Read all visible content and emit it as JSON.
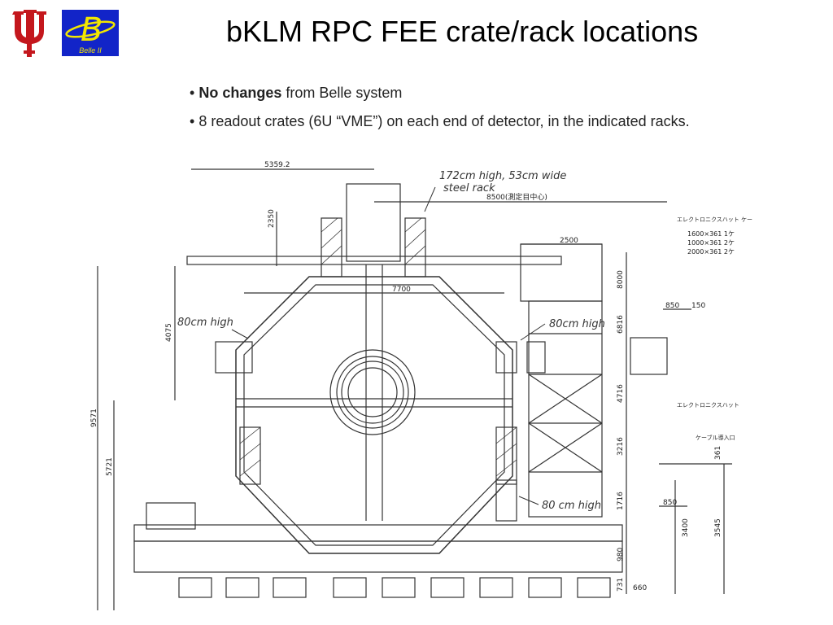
{
  "slide": {
    "title": "bKLM RPC FEE crate/rack locations",
    "bullets": [
      {
        "bold": "No changes",
        "rest": " from Belle system"
      },
      {
        "bold": "",
        "rest": "8 readout crates (6U “VME”) on each end of detector, in the indicated racks."
      }
    ],
    "bullet_char": "•"
  },
  "logos": {
    "left": "iu-trident-logo",
    "right": {
      "icon": "belle-b-logo",
      "text": "Belle II",
      "bg": "#1224c8",
      "fg": "#f2e600"
    },
    "iu_color": "#c4171d"
  },
  "drawing": {
    "annotations": {
      "top_rack": "172cm high, 53cm wide",
      "top_rack_2": "steel rack",
      "left_rack": "80cm high",
      "right_rack_upper": "80cm high",
      "right_rack_lower": "80 cm high"
    },
    "dimensions": {
      "top_width": "5359.2",
      "top_height": "2350",
      "overall_width": "8500(測定目中心)",
      "inner_width": "7700",
      "left_height": "4075",
      "total_height": "9571",
      "lower_height": "5721",
      "right_platform": "2500",
      "r1": "8000",
      "r2": "6816",
      "r3": "4716",
      "r4": "3216",
      "r5": "1716",
      "r6": "980",
      "r7": "731",
      "w850a": "850",
      "w150": "150",
      "w850b": "850",
      "w660": "660",
      "h361": "361",
      "h3400": "3400",
      "h3545": "3545"
    },
    "table": {
      "header": "エレクトロニクスハット ケー",
      "rows": [
        "1600×361   1ケ",
        "1000×361   2ケ",
        "2000×361   2ケ"
      ],
      "lower_label": "エレクトロニクスハット",
      "cable_label": "ケーブル導入口"
    }
  }
}
